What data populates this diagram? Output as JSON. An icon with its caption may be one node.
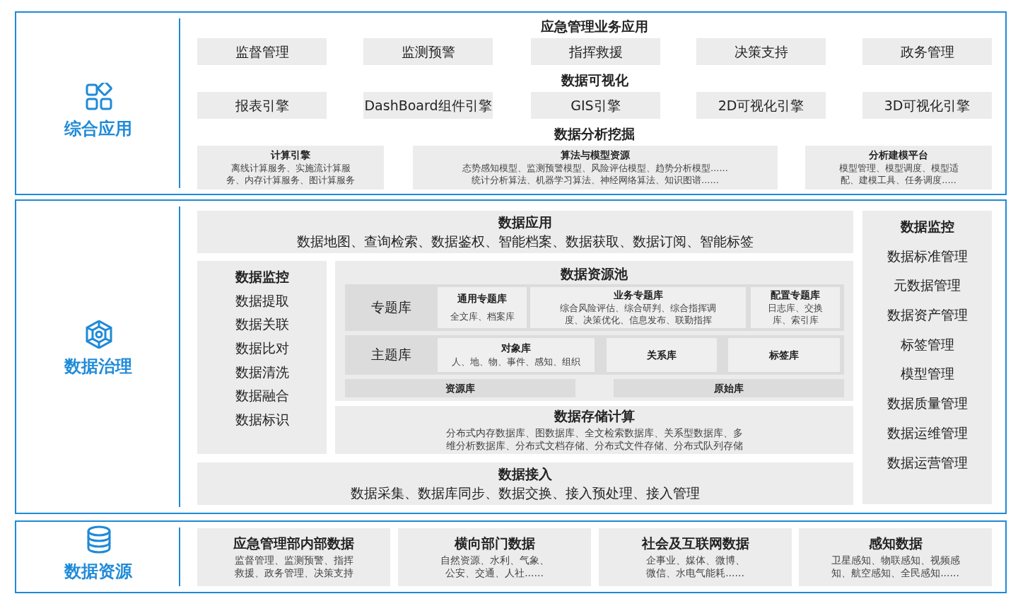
{
  "diagram": {
    "nodes": [
      {
        "text": [
          "综合应用",
          "应急管理业务应用",
          "数据可视化",
          "数据分析挖掘"
        ]
      },
      {
        "text": [
          "监督管理"
        ],
        "in": 0
      },
      {
        "text": [
          "监测预警"
        ],
        "in": 0
      },
      {
        "text": [
          "指挥救援"
        ],
        "in": 0
      },
      {
        "text": [
          "决策支持"
        ],
        "in": 0
      },
      {
        "text": [
          "政务管理"
        ],
        "in": 0
      },
      {
        "text": [
          "报表引擎"
        ],
        "in": 0
      },
      {
        "text": [
          "DashBoard组件引擎"
        ],
        "in": 0
      },
      {
        "text": [
          "GIS引擎"
        ],
        "in": 0
      },
      {
        "text": [
          "2D可视化引擎"
        ],
        "in": 0
      },
      {
        "text": [
          "3D可视化引擎"
        ],
        "in": 0
      },
      {
        "text": [
          "计算引擎",
          "离线计算服务、实施流计算服务、内存计算服务、图计算服务"
        ],
        "in": 0
      },
      {
        "text": [
          "算法与模型资源",
          "态势感知模型、监测预警模型、风险评估模型、趋势分析模型......统计分析算法、机器学习算法、神经网络算法、知识图谱......"
        ],
        "in": 0
      },
      {
        "text": [
          "分析建模平台",
          "模型管理、模型调度、模型适配、建模工具、任务调度....."
        ],
        "in": 0
      },
      {
        "text": [
          "数据治理"
        ]
      },
      {
        "text": [
          "数据应用",
          "数据地图、查询检索、数据鉴权、智能档案、数据获取、数据订阅、智能标签"
        ],
        "in": 14
      },
      {
        "text": [
          "数据监控",
          "数据提取",
          "数据关联",
          "数据比对",
          "数据清洗",
          "数据融合",
          "数据标识"
        ],
        "in": 14
      },
      {
        "text": [
          "数据资源池"
        ],
        "in": 14
      },
      {
        "text": [
          "专题库"
        ],
        "in": 17
      },
      {
        "text": [
          "通用专题库",
          "全文库、档案库"
        ],
        "in": 18
      },
      {
        "text": [
          "业务专题库",
          "综合风险评估、综合研判、综合指挥调度、决策优化、信息发布、联勤指挥"
        ],
        "in": 18
      },
      {
        "text": [
          "配置专题库",
          "日志库、交换库、索引库"
        ],
        "in": 18
      },
      {
        "text": [
          "主题库"
        ],
        "in": 17
      },
      {
        "text": [
          "对象库",
          "人、地、物、事件、感知、组织"
        ],
        "in": 22
      },
      {
        "text": [
          "关系库"
        ],
        "in": 22
      },
      {
        "text": [
          "标签库"
        ],
        "in": 22
      },
      {
        "text": [
          "资源库"
        ],
        "in": 17
      },
      {
        "text": [
          "原始库"
        ],
        "in": 17
      },
      {
        "text": [
          "数据存储计算",
          "分布式内存数据库、图数据库、全文检索数据库、关系型数据库、多维分析数据库、分布式文档存储、分布式文件存储、分布式队列存储"
        ],
        "in": 14
      },
      {
        "text": [
          "数据接入",
          "数据采集、数据库同步、数据交换、接入预处理、接入管理"
        ],
        "in": 14
      },
      {
        "text": [
          "数据监控",
          "数据标准管理",
          "元数据管理",
          "数据资产管理",
          "标签管理",
          "模型管理",
          "数据质量管理",
          "数据运维管理",
          "数据运营管理"
        ],
        "in": 14
      },
      {
        "text": [
          "数据资源"
        ]
      },
      {
        "text": [
          "应急管理部内部数据",
          "监督管理、监测预警、指挥救援、政务管理、决策支持"
        ],
        "in": 31
      },
      {
        "text": [
          "横向部门数据",
          "自然资源、水利、气象、公安、交通、人社......"
        ],
        "in": 31
      },
      {
        "text": [
          "社会及互联网数据",
          "企事业、媒体、微博、微信、水电气能耗......"
        ],
        "in": 31
      },
      {
        "text": [
          "感知数据",
          "卫星感知、物联感知、视频感知、航空感知、全民感知......"
        ],
        "in": 31
      }
    ]
  }
}
